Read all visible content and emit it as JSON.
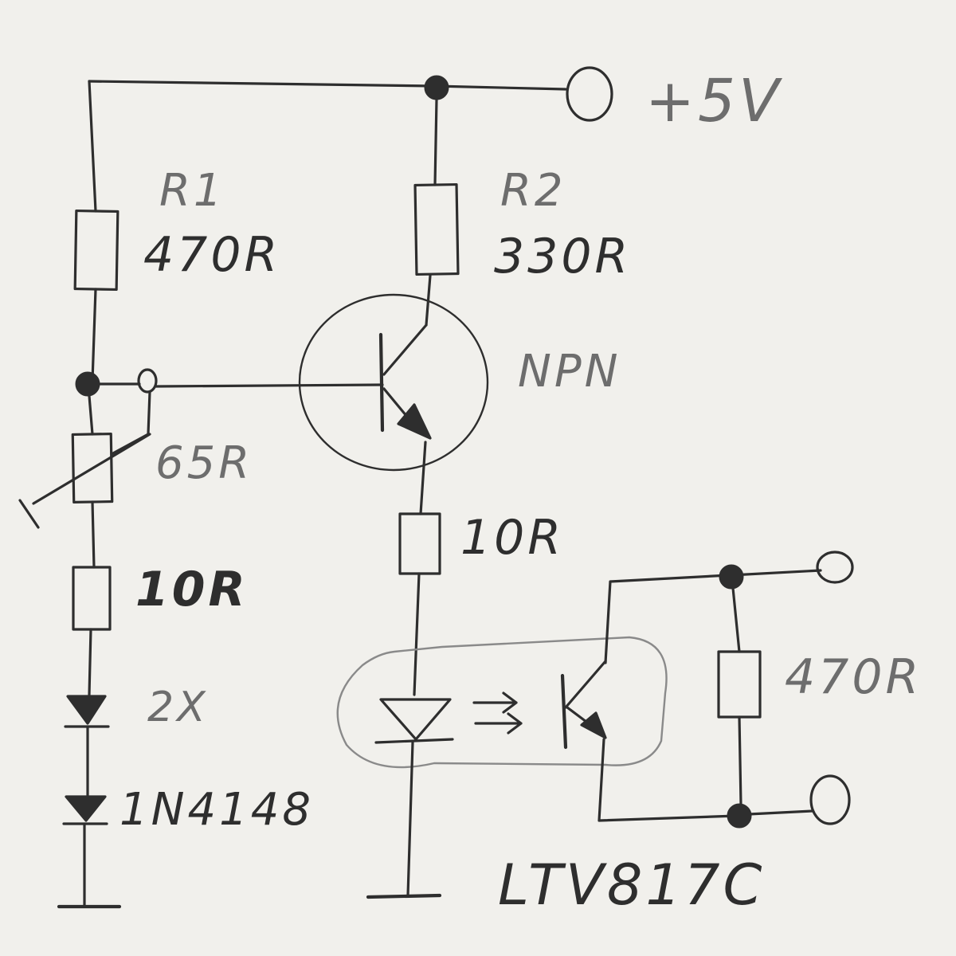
{
  "colors": {
    "paper": "#f1f0ec",
    "ink": "#2e2e2e",
    "ink_light": "#6d6d6d",
    "ink_faint": "#8a8a8a"
  },
  "labels": {
    "supply": "+5V",
    "r1_name": "R1",
    "r1_value": "470R",
    "r2_name": "R2",
    "r2_value": "330R",
    "transistor": "NPN",
    "pot_value": "65R",
    "r_left_value": "10R",
    "r_emitter_value": "10R",
    "diode_count": "2X",
    "diode_type": "1N4148",
    "r_output_value": "470R",
    "optocoupler": "LTV817C"
  }
}
